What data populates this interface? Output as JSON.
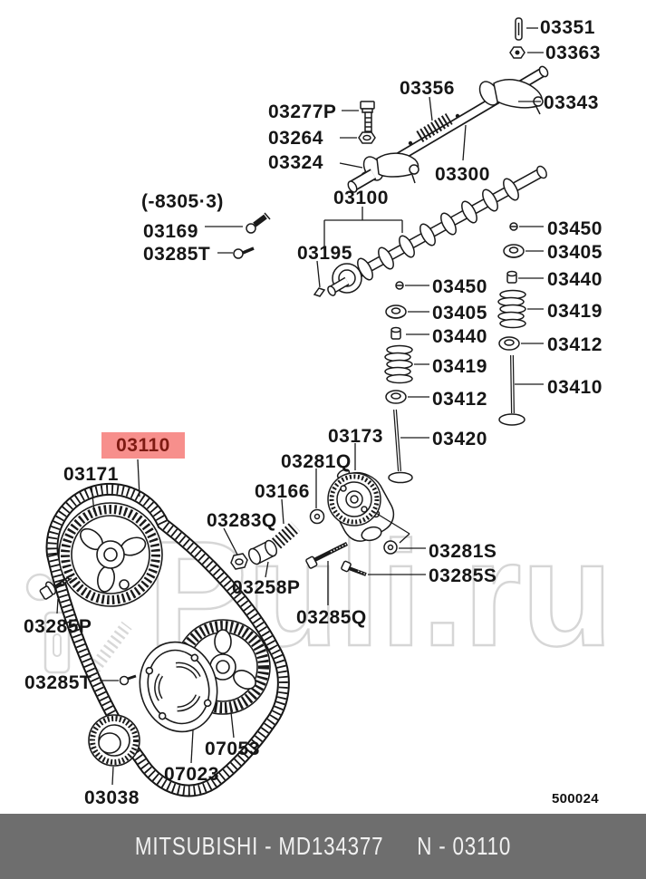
{
  "meta": {
    "watermark": "Puli.ru",
    "sheet_code": "500024"
  },
  "footer": {
    "brand_part": "MITSUBISHI - MD134377",
    "ref": "N - 03110"
  },
  "colors": {
    "highlight_bg": "#f78f8c",
    "highlight_text": "#7e1a12",
    "footer_bg": "#6e6e6e",
    "footer_text": "#f1f1f1",
    "watermark": "#d6d6d6",
    "line_art": "#1a1a1a"
  },
  "highlight": {
    "label": "03110"
  },
  "labels": {
    "p03351": "03351",
    "p03363": "03363",
    "p03356": "03356",
    "p03343": "03343",
    "p03277P": "03277P",
    "p03264": "03264",
    "p03324": "03324",
    "p03300": "03300",
    "p03100": "03100",
    "range_note": "(-8305·3)",
    "p03169": "03169",
    "p03285T_upper": "03285T",
    "p03195": "03195",
    "mid_p03450": "03450",
    "mid_p03405": "03405",
    "mid_p03440": "03440",
    "mid_p03419": "03419",
    "mid_p03412": "03412",
    "mid_p03420": "03420",
    "right_p03450": "03450",
    "right_p03405": "03405",
    "right_p03440": "03440",
    "right_p03419": "03419",
    "right_p03412": "03412",
    "right_p03410": "03410",
    "p03173": "03173",
    "p03281Q": "03281Q",
    "p03166": "03166",
    "p03283Q": "03283Q",
    "p03171": "03171",
    "p03258P": "03258P",
    "p03285Q": "03285Q",
    "p03281S": "03281S",
    "p03285S": "03285S",
    "p03285P": "03285P",
    "p03285T_lower": "03285T",
    "p07053": "07053",
    "p07023": "07023",
    "p03038": "03038"
  }
}
